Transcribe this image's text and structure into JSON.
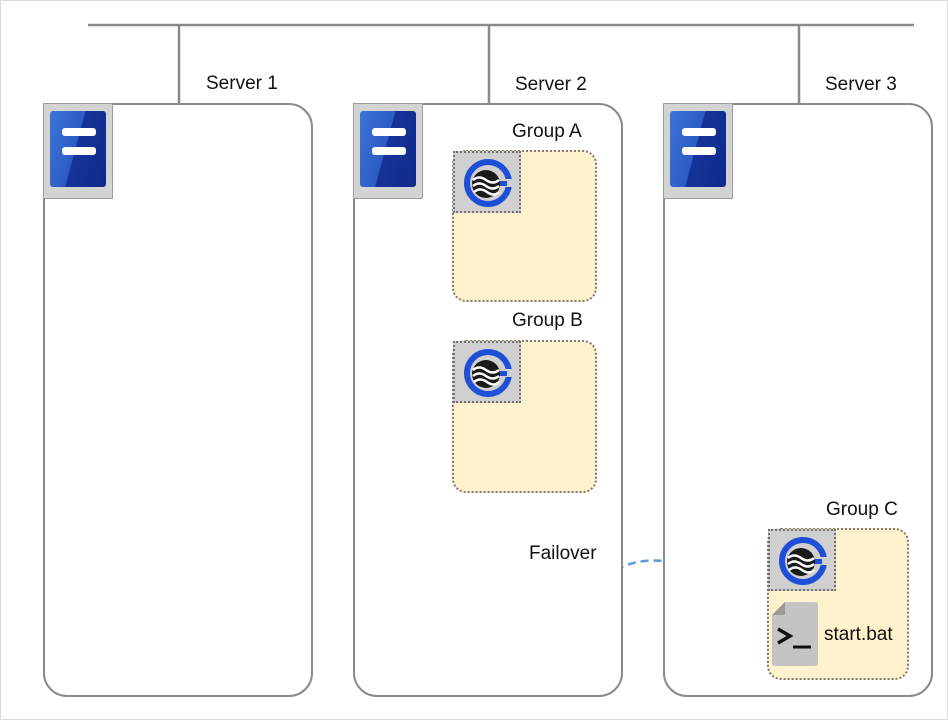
{
  "servers": [
    {
      "label": "Server 1",
      "icon": "server-icon"
    },
    {
      "label": "Server 2",
      "icon": "server-icon"
    },
    {
      "label": "Server 3",
      "icon": "server-icon"
    }
  ],
  "groups": [
    {
      "label": "Group A",
      "server": "Server 2",
      "icon": "cluster-resource-icon"
    },
    {
      "label": "Group B",
      "server": "Server 2",
      "icon": "cluster-resource-icon"
    },
    {
      "label": "Group C",
      "server": "Server 3",
      "icon": "cluster-resource-icon"
    }
  ],
  "script": {
    "label": "start.bat",
    "icon": "script-file-icon"
  },
  "failover": {
    "label": "Failover",
    "icon": "dashed-curved-arrow-icon"
  },
  "colors": {
    "group_fill": "#fff2cc",
    "server_blue": "#2c5bc4",
    "arrow": "#5b9bd5",
    "border": "#8a8a8a"
  }
}
